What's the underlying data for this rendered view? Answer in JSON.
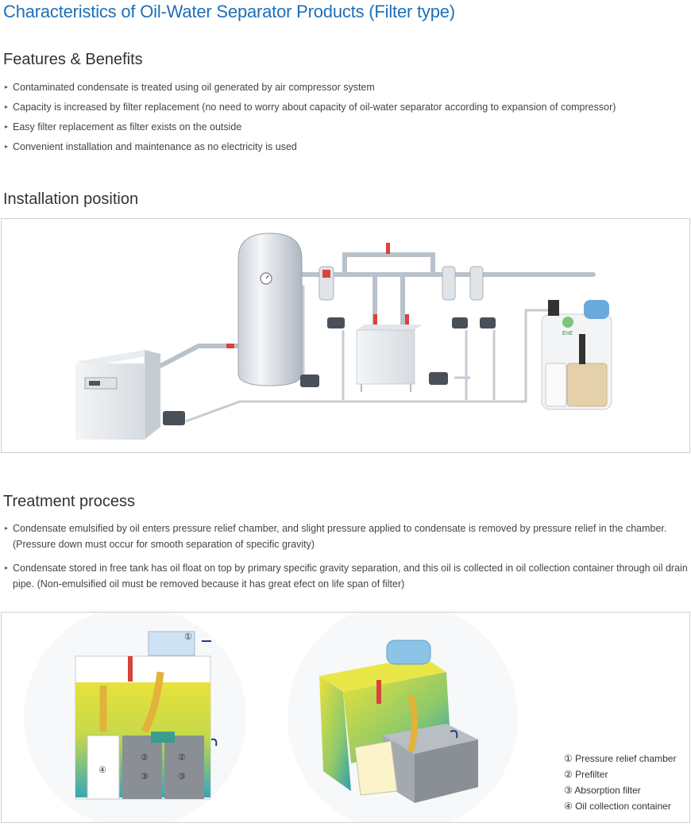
{
  "page_title": "Characteristics of Oil-Water Separator Products (Filter type)",
  "features": {
    "title": "Features & Benefits",
    "items": [
      "Contaminated condensate is treated using oil generated by air compressor system",
      "Capacity is increased by filter replacement (no need to worry about capacity of oil-water separator according to expansion of compressor)",
      "Easy filter replacement as filter exists on the outside",
      "Convenient installation and maintenance as no electricity is used"
    ]
  },
  "installation": {
    "title": "Installation position",
    "logo_text": "EnE"
  },
  "treatment": {
    "title": "Treatment process",
    "items": [
      "Condensate emulsified by oil enters pressure relief chamber, and slight pressure applied to condensate is removed by pressure relief in the chamber. (Pressure down must occur for smooth separation of specific gravity)",
      "Condensate stored in free tank has oil float on top by primary specific gravity separation, and this oil is collected in oil collection container through oil drain pipe. (Non-emulsified oil must be removed because it has great efect on life span of filter)"
    ],
    "markers": [
      "①",
      "②",
      "③",
      "④"
    ],
    "legend": [
      "① Pressure relief chamber",
      "② Prefilter",
      "③ Absorption filter",
      "④ Oil collection container"
    ]
  },
  "colors": {
    "title_blue": "#1f6fb8",
    "pipe_gray": "#b9c2cb",
    "drain_red": "#d8443a",
    "tank_yellow": "#e6e23a",
    "tank_teal": "#37a9b7",
    "flow_orange": "#e2b23a",
    "filter_blue": "#6aa9dc"
  },
  "icons": [
    "bullet-arrow-icon",
    "inlet-arrow-icon",
    "outlet-arrow-icon",
    "pressure-gauge-icon"
  ]
}
